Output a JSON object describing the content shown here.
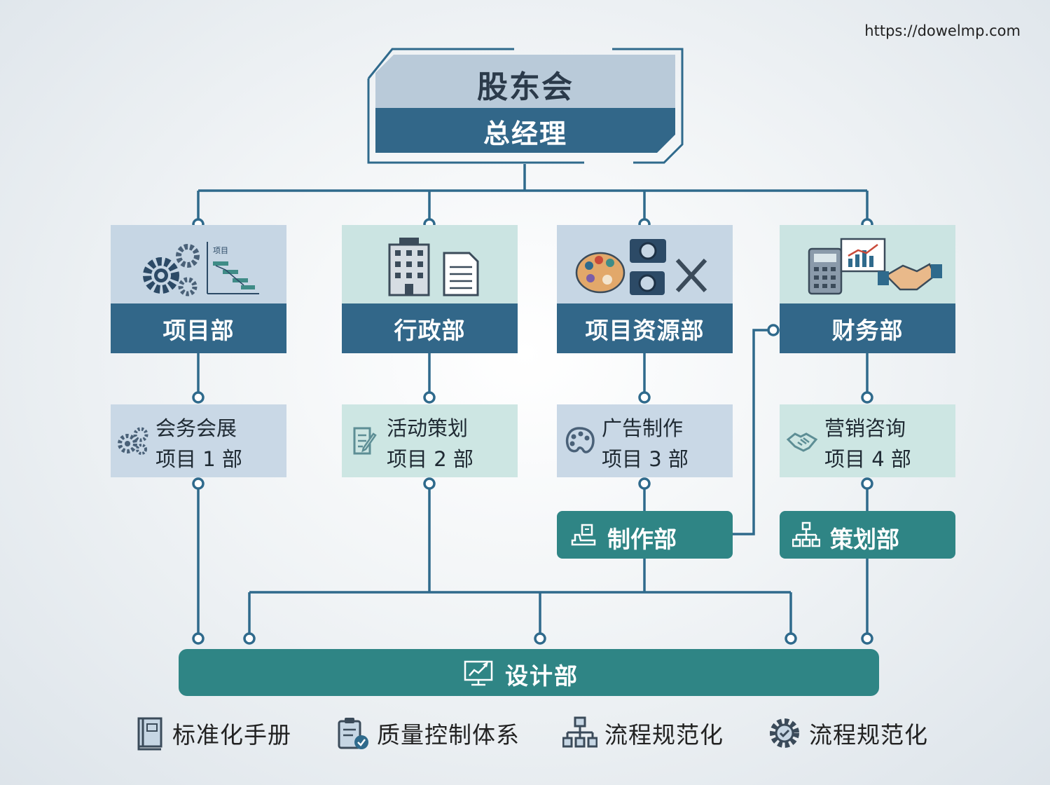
{
  "source_url": "https://dowelmp.com",
  "top": {
    "title": "股东会",
    "subtitle": "总经理"
  },
  "departments": [
    {
      "label": "项目部",
      "icon": "gears-gantt-icon",
      "gantt_label": "项目"
    },
    {
      "label": "行政部",
      "icon": "building-document-icon"
    },
    {
      "label": "项目资源部",
      "icon": "palette-camera-tools-icon"
    },
    {
      "label": "财务部",
      "icon": "calculator-chart-handshake-icon"
    }
  ],
  "sub_units": [
    {
      "line1": "会务会展",
      "line2": "项目 1 部",
      "icon": "gears-icon"
    },
    {
      "line1": "活动策划",
      "line2": "项目 2 部",
      "icon": "edit-document-icon"
    },
    {
      "line1": "广告制作",
      "line2": "项目 3 部",
      "icon": "palette-icon"
    },
    {
      "line1": "营销咨询",
      "line2": "项目 4 部",
      "icon": "handshake-icon"
    }
  ],
  "production": {
    "label": "制作部",
    "icon": "production-icon"
  },
  "planning": {
    "label": "策划部",
    "icon": "org-tree-icon"
  },
  "design": {
    "label": "设计部",
    "icon": "design-monitor-icon"
  },
  "footer": [
    {
      "label": "标准化手册",
      "icon": "book-icon"
    },
    {
      "label": "质量控制体系",
      "icon": "clipboard-check-icon"
    },
    {
      "label": "流程规范化",
      "icon": "org-tree-icon"
    },
    {
      "label": "流程规范化",
      "icon": "gear-check-icon"
    }
  ],
  "colors": {
    "navy": "#326789",
    "teal": "#2f8585",
    "light_blue": "#c6d6e4",
    "light_teal": "#cbe4e2",
    "line": "#2f6a8c"
  }
}
